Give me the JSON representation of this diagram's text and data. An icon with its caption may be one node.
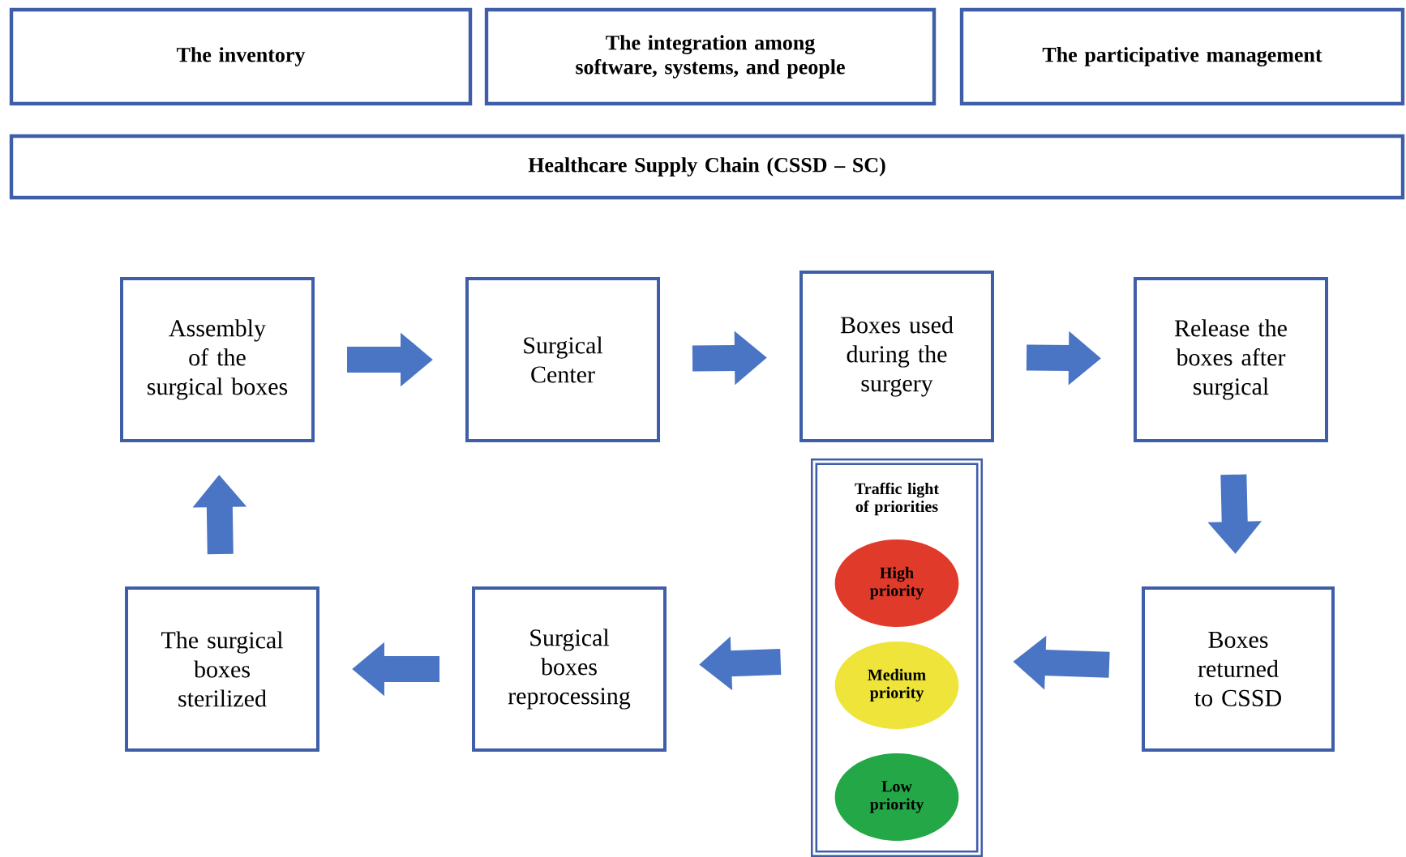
{
  "diagram": {
    "nodes": [
      {
        "text": [
          "The inventory"
        ]
      },
      {
        "text": [
          "The integration among software, systems, and people"
        ]
      },
      {
        "text": [
          "The participative management"
        ]
      },
      {
        "text": [
          "Healthcare Supply Chain (CSSD – SC)"
        ]
      },
      {
        "text": [
          "Assembly of the surgical boxes"
        ]
      },
      {
        "text": [
          "Surgical Center"
        ]
      },
      {
        "text": [
          "Boxes used during the surgery"
        ]
      },
      {
        "text": [
          "Release the boxes after surgical"
        ]
      },
      {
        "text": [
          "Boxes returned to CSSD"
        ]
      },
      {
        "text": [
          "Traffic light of priorities"
        ]
      },
      {
        "text": [
          "High priority"
        ],
        "in": 9
      },
      {
        "text": [
          "Medium priority"
        ],
        "in": 9
      },
      {
        "text": [
          "Low priority"
        ],
        "in": 9
      },
      {
        "text": [
          "Surgical boxes reprocessing"
        ]
      },
      {
        "text": [
          "The surgical boxes sterilized"
        ]
      }
    ],
    "edges": [
      {
        "from": 4,
        "to": 5,
        "arrow": "to"
      },
      {
        "from": 5,
        "to": 6,
        "arrow": "to"
      },
      {
        "from": 6,
        "to": 7,
        "arrow": "to"
      },
      {
        "from": 7,
        "to": 8,
        "arrow": "to"
      },
      {
        "from": 8,
        "to": 9,
        "arrow": "to"
      },
      {
        "from": 9,
        "to": 13,
        "arrow": "to"
      },
      {
        "from": 13,
        "to": 14,
        "arrow": "to"
      },
      {
        "from": 14,
        "to": 4,
        "arrow": "to"
      }
    ]
  }
}
